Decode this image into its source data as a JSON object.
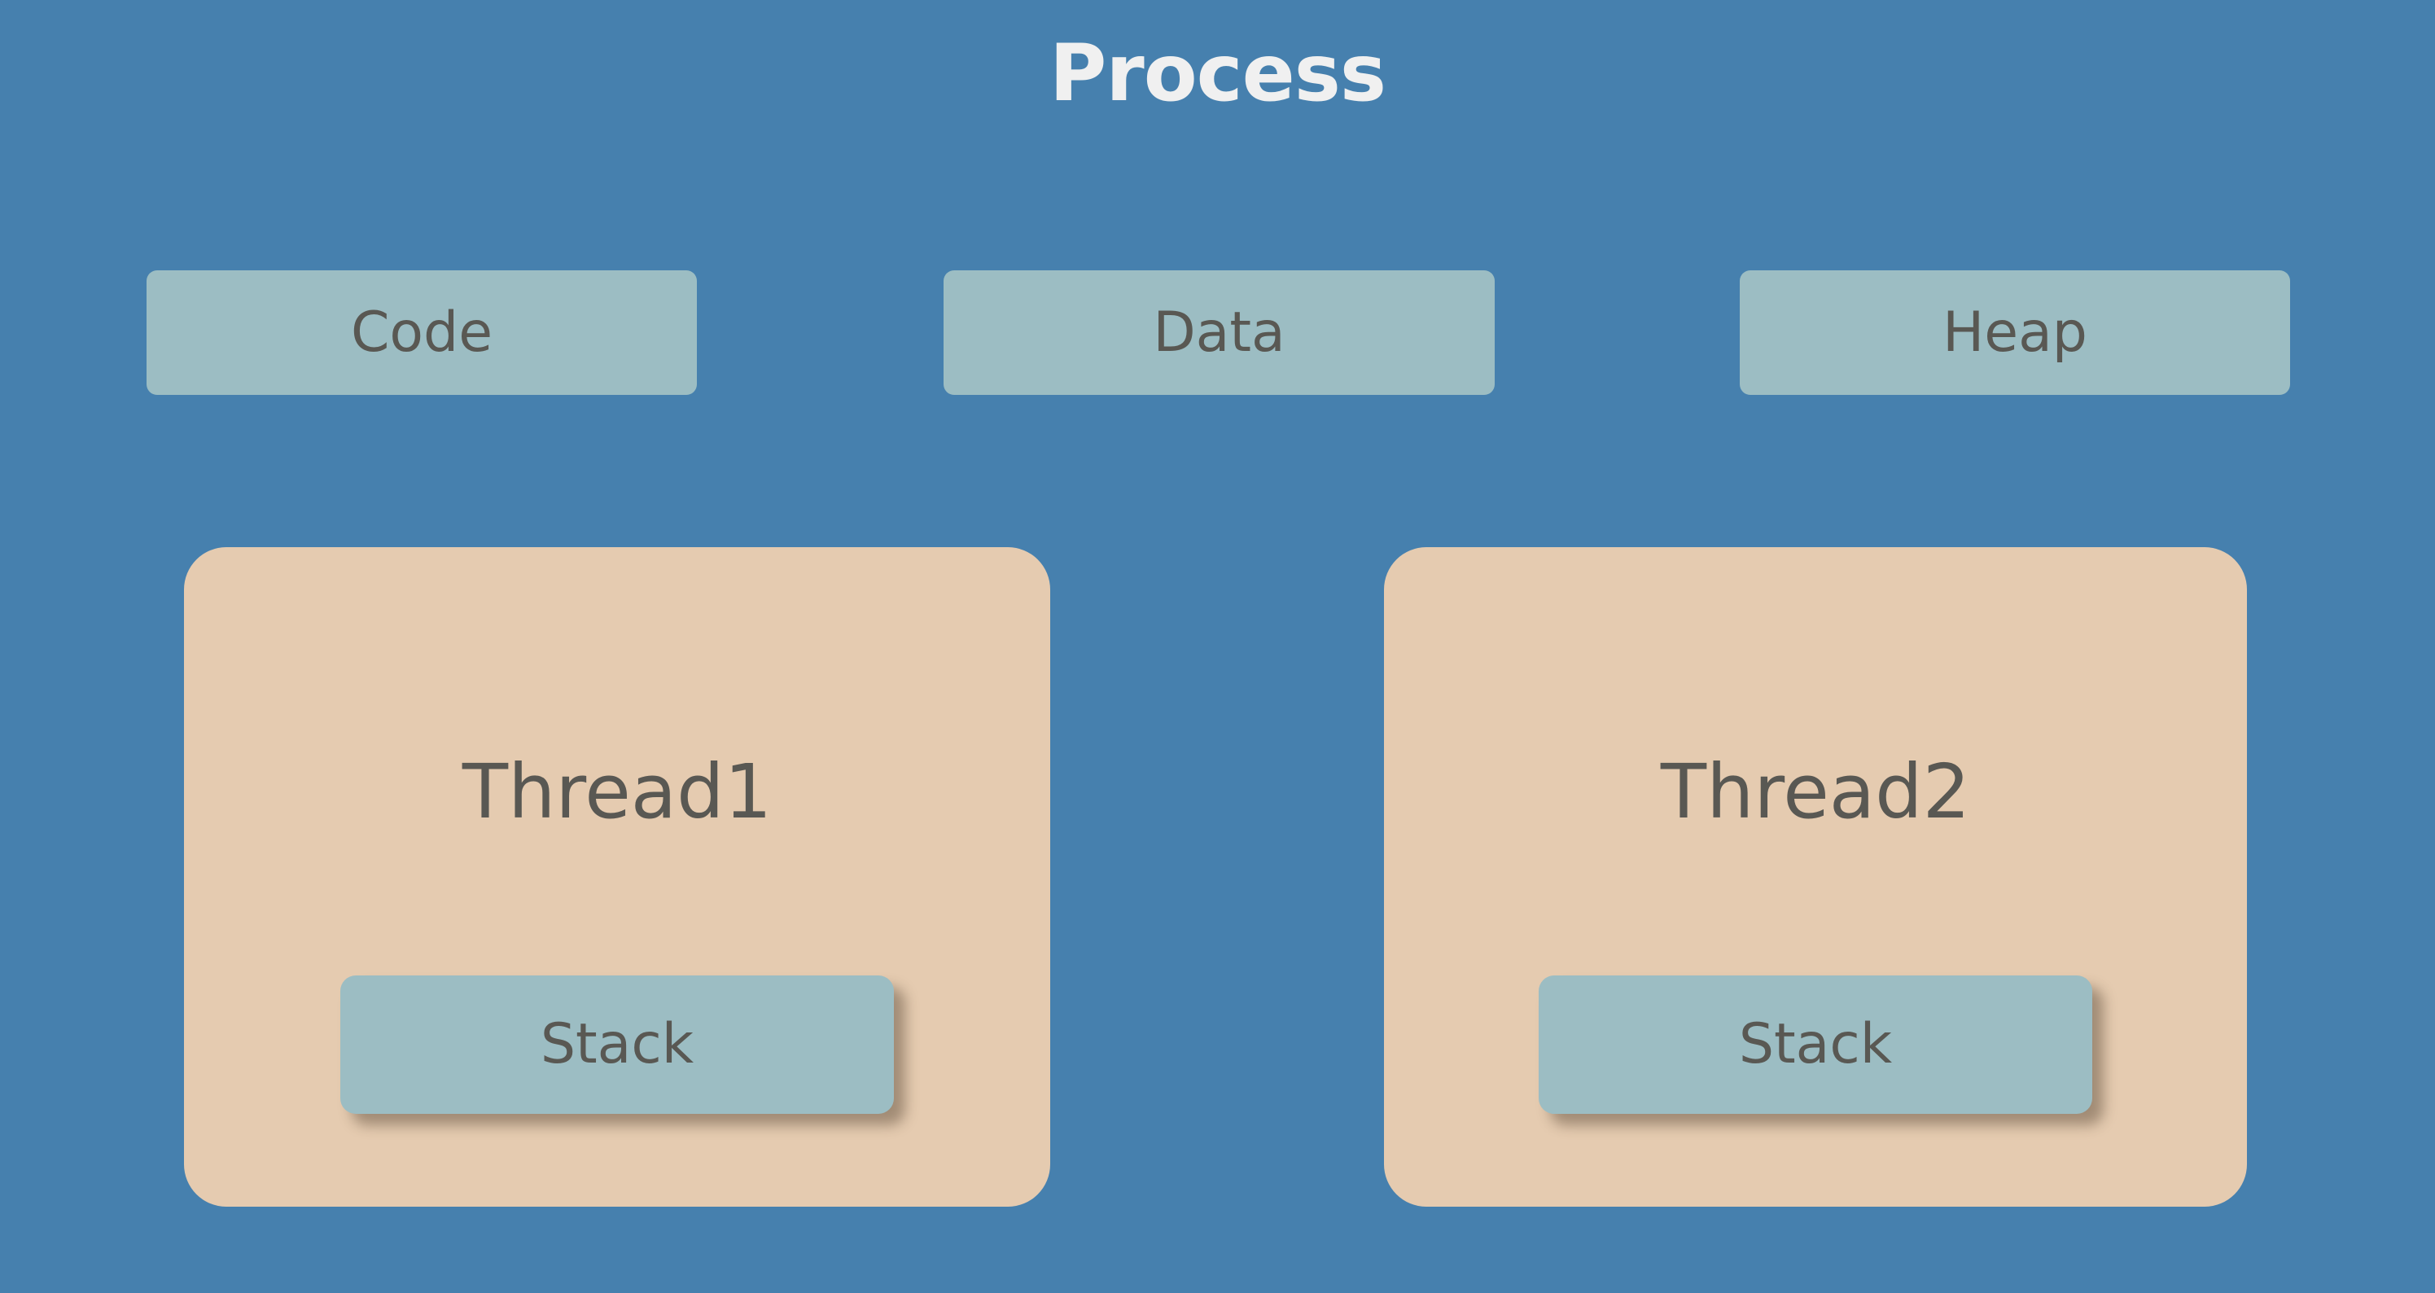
{
  "diagram": {
    "title": "Process",
    "background_color": "#4680AE",
    "segment_color": "#9CBDC3",
    "thread_color": "#E5CBB0",
    "text_color": "#595853",
    "title_color": "#F0F0F0",
    "segments": [
      {
        "label": "Code"
      },
      {
        "label": "Data"
      },
      {
        "label": "Heap"
      }
    ],
    "threads": [
      {
        "label": "Thread1",
        "stack_label": "Stack"
      },
      {
        "label": "Thread2",
        "stack_label": "Stack"
      }
    ]
  }
}
